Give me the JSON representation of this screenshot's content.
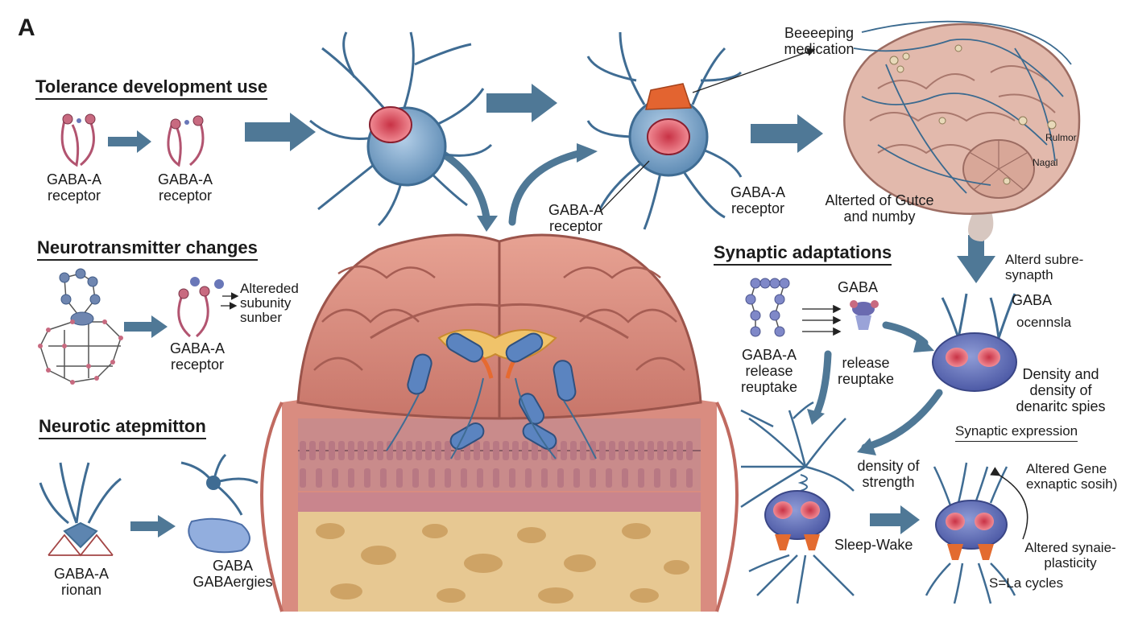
{
  "panel_letter": "A",
  "headings": {
    "tolerance": "Tolerance development use",
    "neurotransmitter": "Neurotransmitter changes",
    "neurotic": "Neurotic atepmitton",
    "synaptic_adaptations": "Synaptic adaptations",
    "synaptic_expression": "Synaptic expression"
  },
  "labels": {
    "gaba_a": "GABA-A",
    "receptor": "receptor",
    "beeeping": "Beeeeping",
    "medication": "medication",
    "rulmor": "Rulmor",
    "nagal": "Nagal",
    "altered_gutce_1": "Alterted of Gutce",
    "altered_gutce_2": "and numby",
    "altered_subunity_1": "Altereded",
    "altered_subunity_2": "subunity",
    "altered_subunity_3": "sunber",
    "rionan": "rionan",
    "gaba": "GABA",
    "gabaergies": "GABAergies",
    "release": "release",
    "reuptake": "reuptake",
    "release_reuptake": "release reuptake",
    "altered_subre_1": "Alterd subre-",
    "altered_subre_2": "synapth",
    "ocennsla": "ocennsla",
    "density_1": "Density and",
    "density_2": "density of",
    "density_3": "denaritc spies",
    "density_strength_1": "density of",
    "density_strength_2": "strength",
    "sleep_wake": "Sleep-Wake",
    "altered_gene_1": "Altered Gene",
    "altered_gene_2": "exnaptic sosih)",
    "altered_synaie_1": "Altered synaie-",
    "altered_synaie_2": "plasticity",
    "cycles": "S=La cycles"
  },
  "colors": {
    "neuron_fill": "#8fb3d6",
    "neuron_stroke": "#3f6c93",
    "nucleus": "#d9495a",
    "arrow": "#4f7896",
    "brain": "#d88f82",
    "brain_dark": "#b45f55",
    "receptor_pink": "#c86a80",
    "orange": "#e66a30"
  }
}
